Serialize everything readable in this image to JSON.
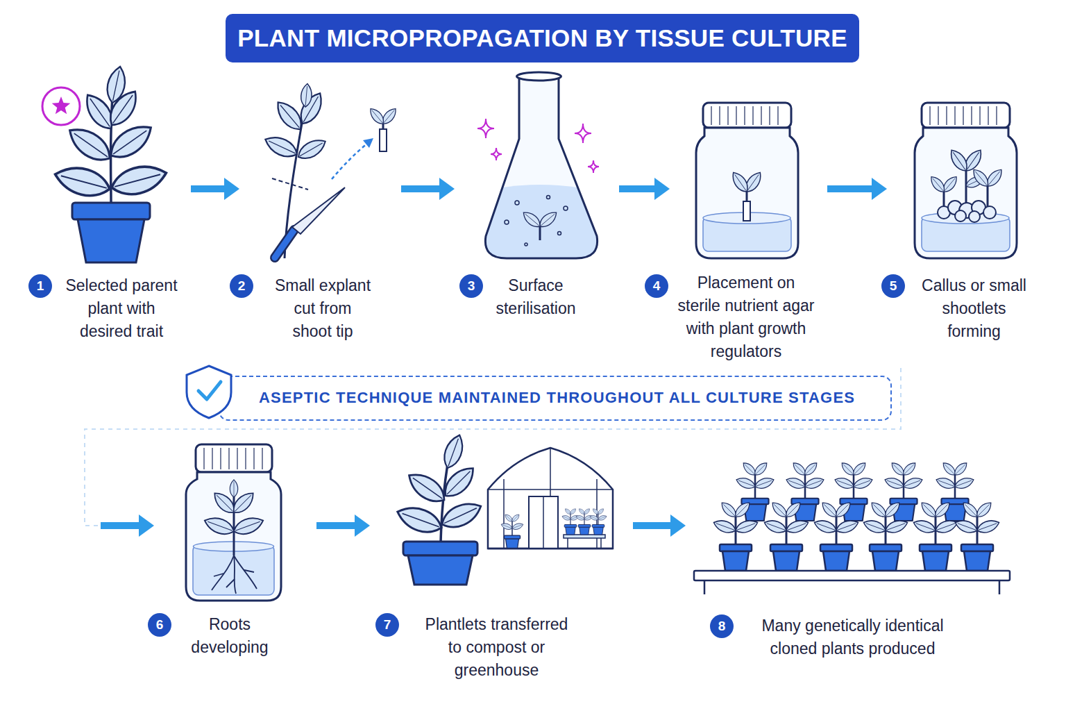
{
  "diagram": {
    "title": "PLANT MICROPROPAGATION BY TISSUE CULTURE",
    "nodes": [
      {
        "text": [
          "1",
          "Selected parent plant with desired trait"
        ]
      },
      {
        "text": [
          "2",
          "Small explant cut from shoot tip"
        ]
      },
      {
        "text": [
          "3",
          "Surface sterilisation"
        ]
      },
      {
        "text": [
          "4",
          "Placement on sterile nutrient agar with plant growth regulators"
        ]
      },
      {
        "text": [
          "5",
          "Callus or small shootlets forming"
        ]
      },
      {
        "text": [
          "ASEPTIC TECHNIQUE MAINTAINED THROUGHOUT ALL CULTURE STAGES"
        ]
      },
      {
        "text": [
          "6",
          "Roots developing"
        ]
      },
      {
        "text": [
          "7",
          "Plantlets transferred to compost or greenhouse"
        ]
      },
      {
        "text": [
          "8",
          "Many genetically identical cloned plants produced"
        ]
      }
    ],
    "edges": [
      {
        "from": 0,
        "to": 1,
        "arrow": "to"
      },
      {
        "from": 1,
        "to": 2,
        "arrow": "to"
      },
      {
        "from": 2,
        "to": 3,
        "arrow": "to"
      },
      {
        "from": 3,
        "to": 4,
        "arrow": "to"
      },
      {
        "from": 4,
        "to": 6,
        "arrow": "to"
      },
      {
        "from": 6,
        "to": 7,
        "arrow": "to"
      },
      {
        "from": 7,
        "to": 8,
        "arrow": "to"
      }
    ]
  }
}
